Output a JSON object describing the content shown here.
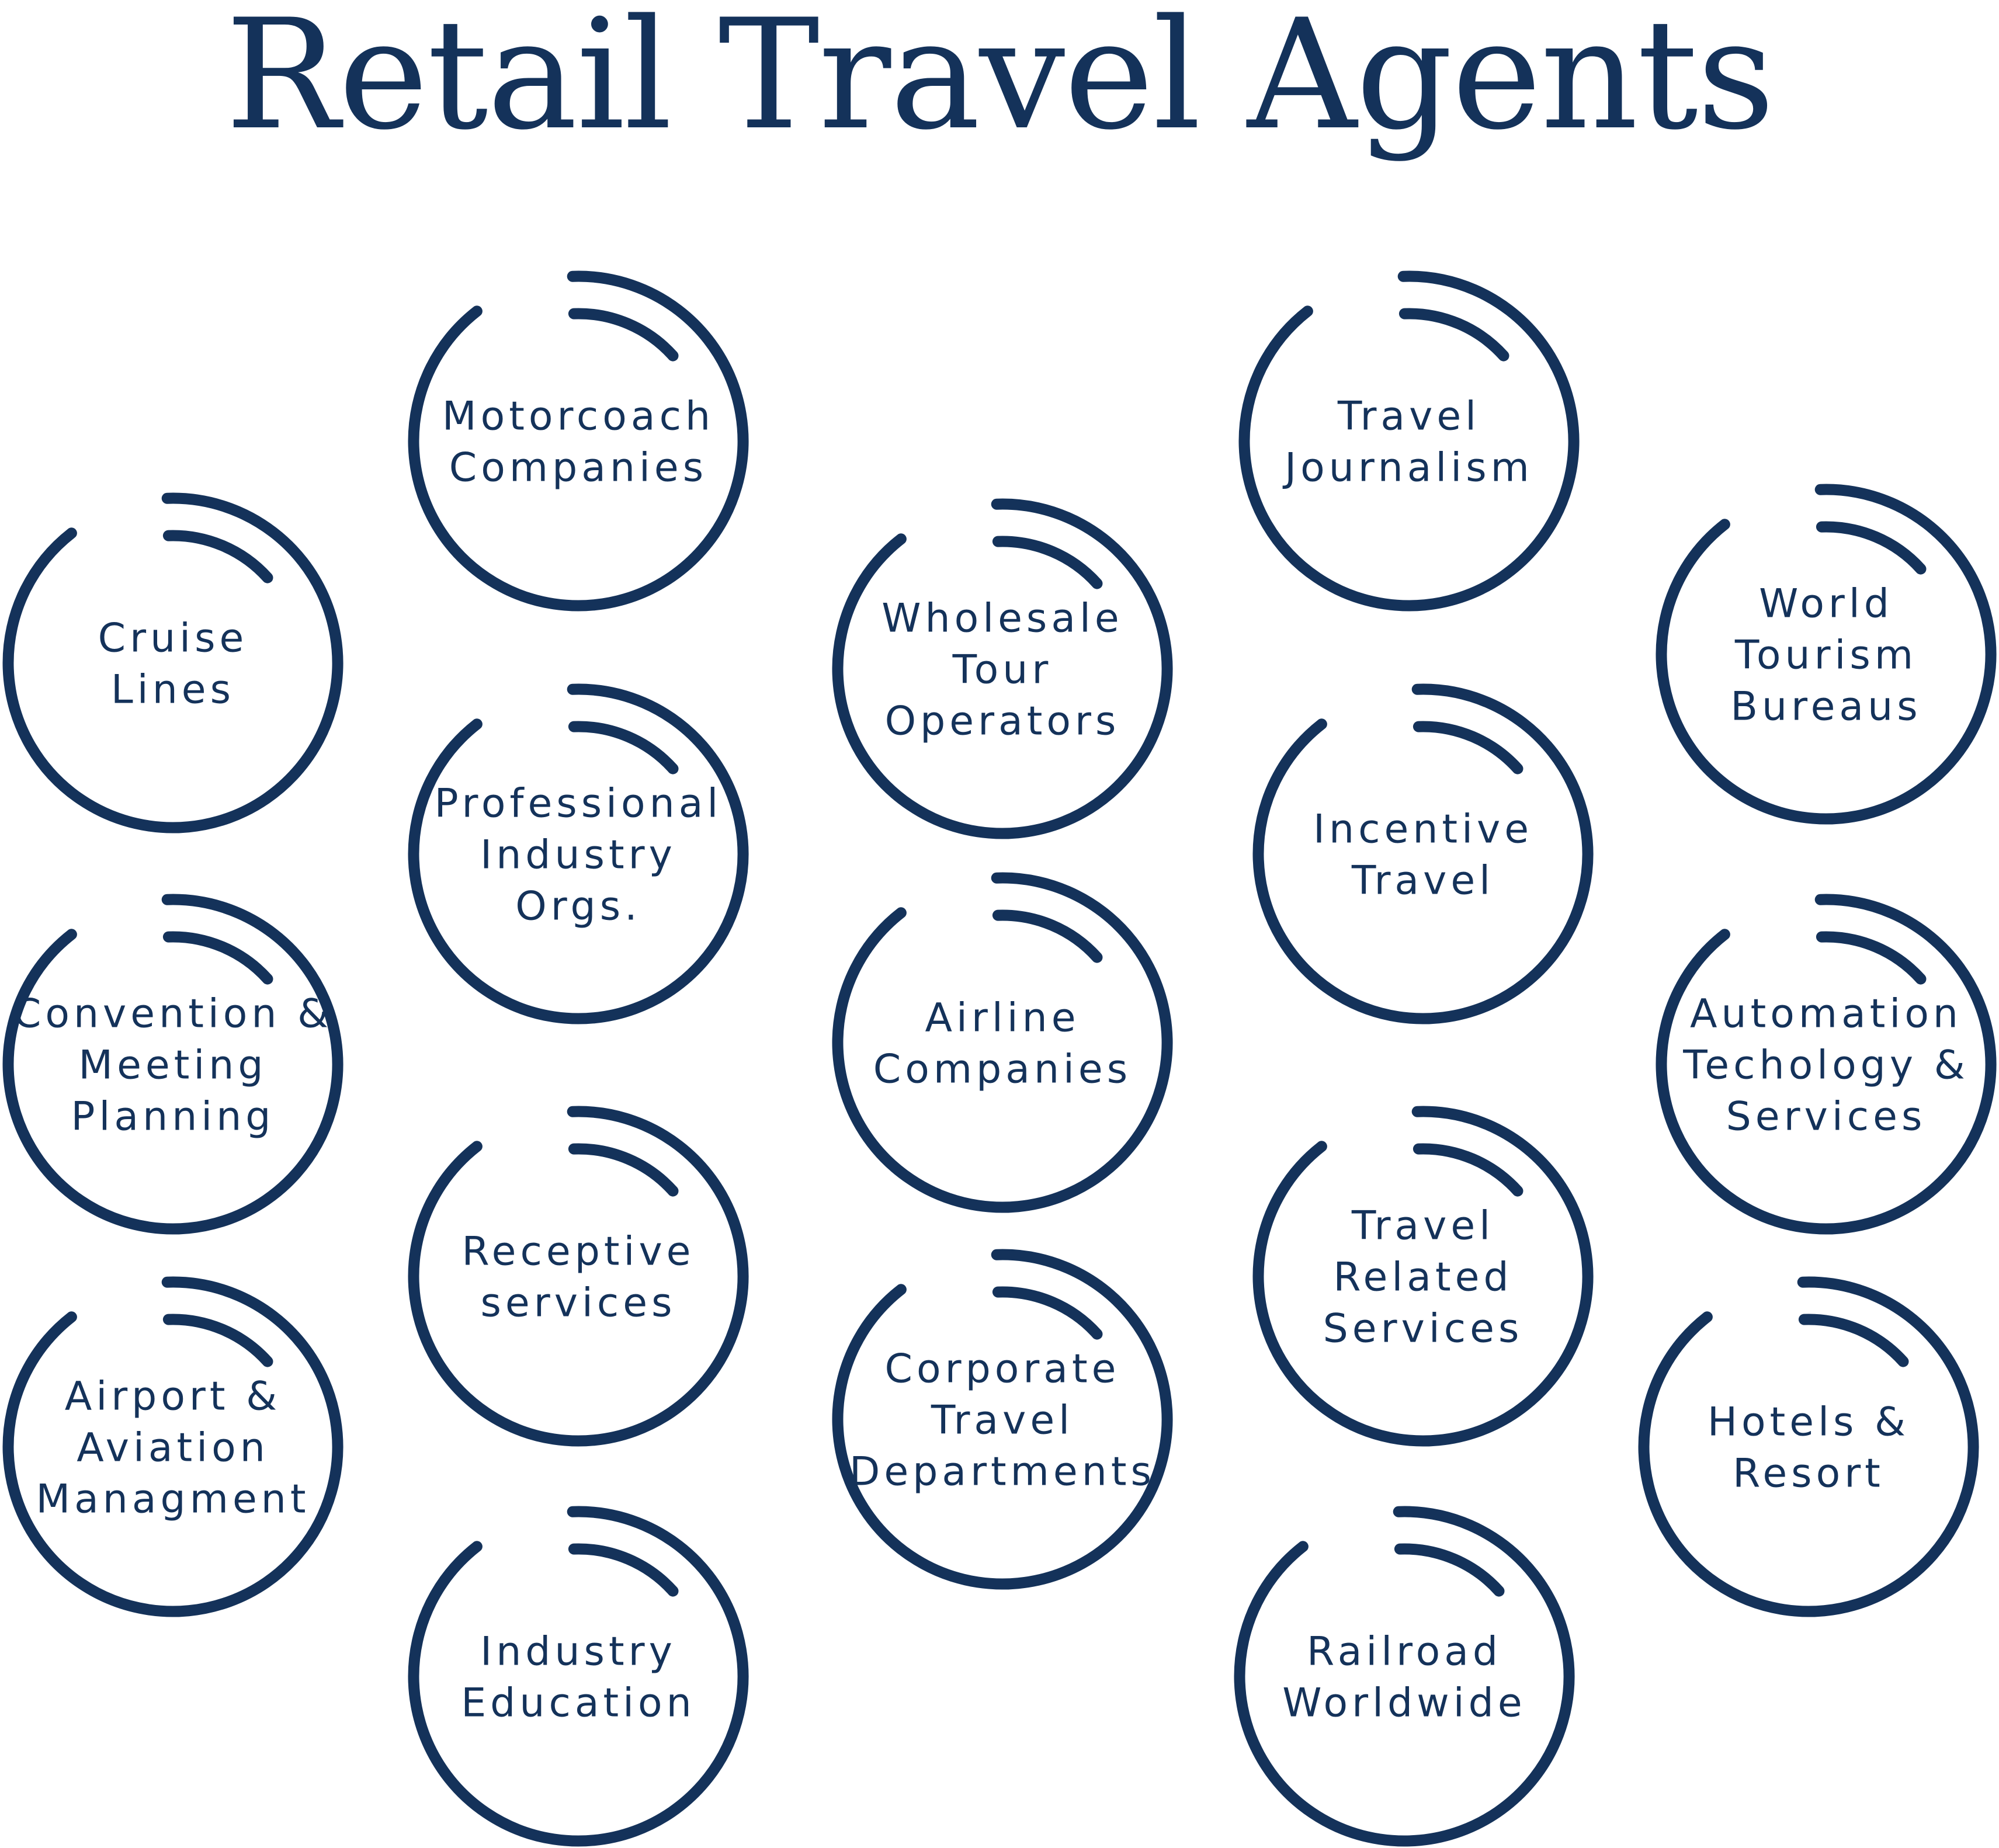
{
  "title": "Retail Travel Agents",
  "colors": {
    "ink": "#14325a",
    "background": "#ffffff"
  },
  "nodes": [
    {
      "id": "motorcoach-companies",
      "lines": [
        "Motorcoach",
        "Companies"
      ]
    },
    {
      "id": "travel-journalism",
      "lines": [
        "Travel",
        "Journalism"
      ]
    },
    {
      "id": "cruise-lines",
      "lines": [
        "Cruise",
        "Lines"
      ]
    },
    {
      "id": "wholesale-tour-operators",
      "lines": [
        "Wholesale",
        "Tour",
        "Operators"
      ]
    },
    {
      "id": "world-tourism-bureaus",
      "lines": [
        "World",
        "Tourism",
        "Bureaus"
      ]
    },
    {
      "id": "professional-industry-orgs",
      "lines": [
        "Professional",
        "Industry",
        "Orgs."
      ]
    },
    {
      "id": "incentive-travel",
      "lines": [
        "Incentive",
        "Travel"
      ]
    },
    {
      "id": "airline-companies",
      "lines": [
        "Airline",
        "Companies"
      ]
    },
    {
      "id": "convention-meeting-planning",
      "lines": [
        "Convention &",
        "Meeting",
        "Planning"
      ]
    },
    {
      "id": "automation-techology-services",
      "lines": [
        "Automation",
        "Techology &",
        "Services"
      ]
    },
    {
      "id": "receptive-services",
      "lines": [
        "Receptive",
        "services"
      ]
    },
    {
      "id": "travel-related-services",
      "lines": [
        "Travel",
        "Related",
        "Services"
      ]
    },
    {
      "id": "airport-aviation-managment",
      "lines": [
        "Airport &",
        "Aviation",
        "Managment"
      ]
    },
    {
      "id": "corporate-travel-departments",
      "lines": [
        "Corporate",
        "Travel",
        "Departments"
      ]
    },
    {
      "id": "hotels-resort",
      "lines": [
        "Hotels &",
        "Resort"
      ]
    },
    {
      "id": "industry-education",
      "lines": [
        "Industry",
        "Education"
      ]
    },
    {
      "id": "railroad-worldwide",
      "lines": [
        "Railroad",
        "Worldwide"
      ]
    }
  ]
}
